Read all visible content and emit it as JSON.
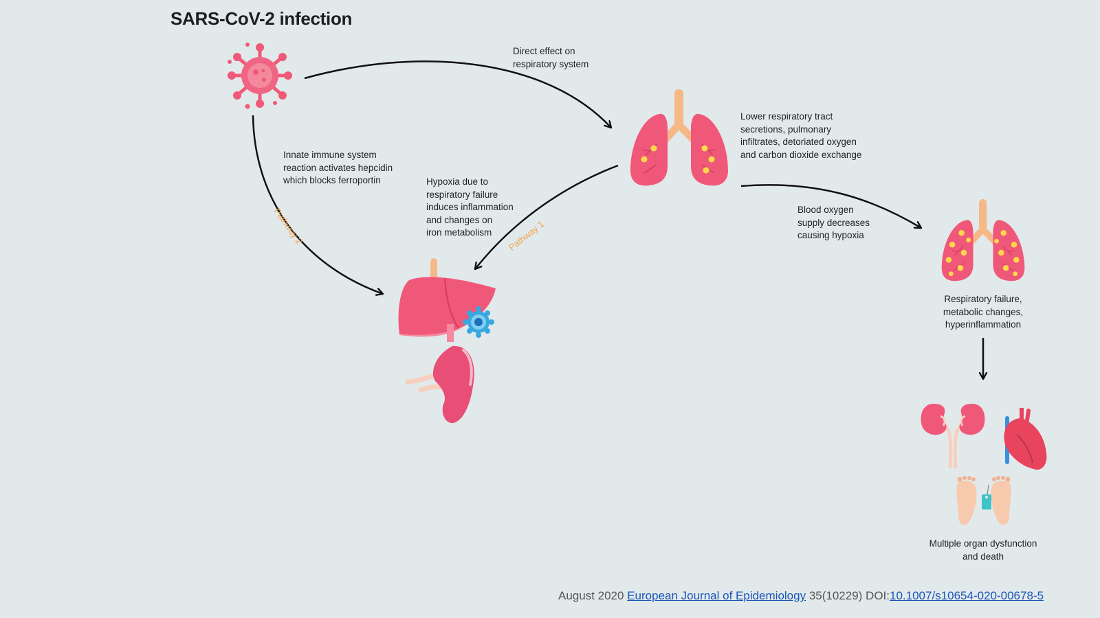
{
  "title": "SARS-CoV-2 infection",
  "labels": {
    "direct_effect": "Direct effect on\nrespiratory system",
    "innate_immune": "Innate immune system\nreaction activates hepcidin\nwhich blocks ferroportin",
    "hypoxia_resp": "Hypoxia due to\nrespiratory failure\ninduces inflammation\nand changes on\niron metabolism",
    "lower_resp": "Lower respiratory tract\nsecretions, pulmonary\ninfiltrates, detoriated oxygen\nand carbon dioxide exchange",
    "blood_oxygen": "Blood oxygen\nsupply decreases\ncausing hypoxia",
    "resp_failure": "Respiratory failure,\nmetabolic changes,\nhyperinflammation",
    "multi_organ": "Multiple organ dysfunction\nand death"
  },
  "pathways": {
    "pathway_1": "Pathway 1",
    "pathway_2": "Pathway 2"
  },
  "citation": {
    "prefix": "August 2020 ",
    "journal": "European Journal of Epidemiology",
    "middle": " 35(10229) DOI:",
    "doi": "10.1007/s10654-020-00678-5"
  },
  "icons": [
    "virus-icon",
    "lungs-icon",
    "liver-icon",
    "spleen-icon",
    "iron-cell-icon",
    "lungs-damaged-icon",
    "kidneys-icon",
    "heart-icon",
    "feet-toe-tag-icon"
  ],
  "colors": {
    "organ_pink": "#f0587a",
    "organ_light": "#f5899f",
    "trachea": "#f7b888",
    "spots": "#ffd84a",
    "iron_cell": "#3aa8e0",
    "pathway_label": "#f2a34f",
    "link": "#1a56b8"
  }
}
